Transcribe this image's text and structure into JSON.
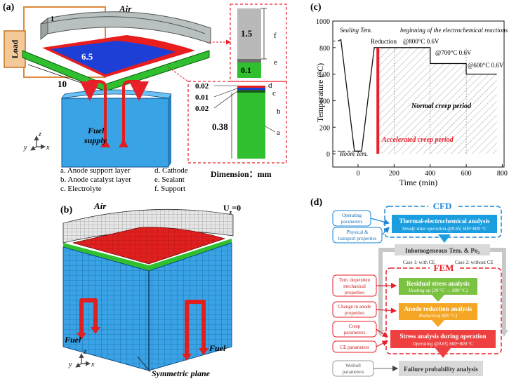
{
  "panels": {
    "a": {
      "label": "(a)",
      "air": "Air",
      "load": "Load",
      "dim_top": "1",
      "dim_radius": "6.5",
      "dim_width": "10",
      "support_thickness": "1.5",
      "sealant_thickness": "0.1",
      "layer_f": "f",
      "layer_e": "e",
      "zoom_labels": [
        "0.02",
        "0.01",
        "0.02"
      ],
      "zoom_letters": [
        "d",
        "c",
        "b"
      ],
      "anode_thickness": "0.38",
      "anode_letter": "a",
      "fuel_supply": [
        "Fuel",
        "supply"
      ],
      "axes": {
        "x": "x",
        "y": "y",
        "z": "z"
      },
      "legend_left": [
        "a. Anode support layer",
        "b. Anode catalyst layer",
        "c. Electrolyte"
      ],
      "legend_right": [
        "d. Cathode",
        "e. Sealant",
        "f. Support"
      ],
      "dimension_note": "Dimension：mm"
    },
    "b": {
      "label": "(b)",
      "air": "Air",
      "bc": "U",
      "bc_sub": "z",
      "bc_val": "=0",
      "fuel_left": "Fuel",
      "fuel_right": "Fuel",
      "symmetric": "Symmetric plane",
      "axes": {
        "x": "x",
        "y": "y",
        "z": "z"
      }
    },
    "c": {
      "label": "(c)",
      "ylabel": "Temperature (°C)",
      "xlabel": "Time (min)",
      "annotations": {
        "sealing": "Sealing Tem.",
        "room": "Room Tem.",
        "reduction": "Reduction",
        "beginning": "beginning of the electrochemical reactions",
        "step800": "@800°C 0.6V",
        "step700": "@700°C 0.6V",
        "step600": "@600°C 0.6V",
        "normal": "Normal creep period",
        "accelerated": "Accelerated creep period"
      },
      "colors": {
        "accelerated": "#e8202a",
        "line": "#111111"
      }
    },
    "d": {
      "label": "(d)",
      "cfd_title": "CFD",
      "operating": [
        "Operating",
        "parameters"
      ],
      "physical": [
        "Physical &",
        "transport properties"
      ],
      "thermal_title": "Thermal-electrochemical analysis",
      "thermal_sub": "Steady state operation @0.6V, 600~800 °C",
      "inhomogeneous": "Inhomogeneous Tem. & Po₂",
      "case1": "Case 1: with CE",
      "case2": "Case 2: without CE",
      "fem_title": "FEM",
      "left_inputs": [
        [
          "Tem. dependent",
          "mechanical",
          "properties"
        ],
        [
          "Change in anode",
          "properties"
        ],
        [
          "Creep",
          "parameters"
        ],
        [
          "CE parameters"
        ]
      ],
      "residual_title": "Residual stress analysis",
      "residual_sub": "Heating up (20 °C → 800 °C)",
      "reduction_title": "Anode reduction analysis",
      "reduction_sub": "Reduction( 800 °C)",
      "stress_title": "Stress analysis during operation",
      "stress_sub": "Operating @0.6V, 600~800 °C",
      "weibull": [
        "Weibull",
        "parameters"
      ],
      "failure": "Failure probability analysis",
      "colors": {
        "cfd": "#1a86d6",
        "fem": "#e8202a",
        "green": "#7cc242",
        "orange": "#f5a623",
        "red": "#ee4040",
        "grey": "#bfbfbf"
      }
    }
  },
  "chart_data": {
    "type": "line",
    "title": "",
    "xlabel": "Time (min)",
    "ylabel": "Temperature (°C)",
    "xlim": [
      -140,
      810
    ],
    "ylim": [
      -100,
      1000
    ],
    "xticks": [
      0,
      200,
      400,
      600,
      800
    ],
    "yticks": [
      0,
      200,
      400,
      600,
      800,
      1000
    ],
    "series": [
      {
        "x": [
          -110,
          -95,
          -20,
          20,
          90,
          100,
          400,
          400,
          600,
          600,
          770
        ],
        "y": [
          850,
          860,
          20,
          20,
          800,
          800,
          800,
          680,
          680,
          600,
          600
        ]
      }
    ],
    "reference_lines": {
      "sealing_dashed": {
        "x": [
          -140,
          -105
        ],
        "y": 850
      },
      "room_dashed": {
        "x": [
          -140,
          -20
        ],
        "y": 20
      },
      "reduction_vline": {
        "x": 110,
        "y": [
          0,
          800
        ]
      }
    },
    "grid": false
  }
}
